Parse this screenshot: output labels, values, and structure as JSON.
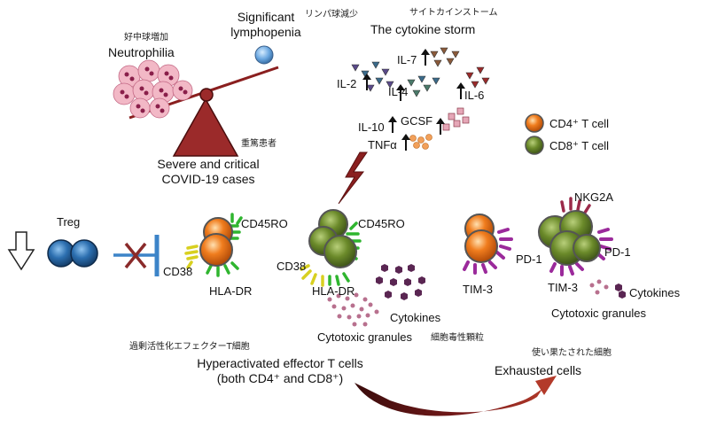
{
  "labels": {
    "neutrophilia_jp": "好中球増加",
    "neutrophilia_en": "Neutrophilia",
    "lymphopenia_en_1": "Significant",
    "lymphopenia_en_2": "lymphopenia",
    "lymphopenia_jp": "リンパ球減少",
    "storm_jp": "サイトカインストーム",
    "storm_en": "The cytokine storm",
    "severe_jp": "重篤患者",
    "severe_en_1": "Severe and critical",
    "severe_en_2": "COVID-19 cases",
    "treg": "Treg",
    "cd38_a": "CD38",
    "cd45ro_a": "CD45RO",
    "hla_dr_a": "HLA-DR",
    "cd38_b": "CD38",
    "cd45ro_b": "CD45RO",
    "hla_dr_b": "HLA-DR",
    "cytokines_a": "Cytokines",
    "cytotoxic_a": "Cytotoxic granules",
    "cytotoxic_a_jp": "細胞毒性顆粒",
    "hyper_jp": "過剰活性化エフェクターT細胞",
    "hyper_en_1": "Hyperactivated effector T cells",
    "hyper_en_2": "(both CD4⁺ and CD8⁺)",
    "tim3_a": "TIM-3",
    "pd1_a": "PD-1",
    "nkg2a": "NKG2A",
    "pd1_b": "PD-1",
    "tim3_b": "TIM-3",
    "cytokines_b": "Cytokines",
    "cytotoxic_b": "Cytotoxic granules",
    "exhausted_jp": "使い果たされた細胞",
    "exhausted_en": "Exhausted cells"
  },
  "cytokines": {
    "il2": "IL-2",
    "il7": "IL-7",
    "il4": "IL-4",
    "il6": "IL-6",
    "il10": "IL-10",
    "gcsf": "GCSF",
    "tnfa": "TNFα"
  },
  "legend": [
    {
      "label": "CD4⁺ T cell",
      "color": "#f07d1e"
    },
    {
      "label": "CD8⁺ T cell",
      "color": "#6b8a2a"
    }
  ],
  "colors": {
    "cd4": "#f07d1e",
    "cd8": "#6b8a2a",
    "treg": "#2c6fb0",
    "seesaw": "#9b2a2a",
    "neutrophil": "#f2b8c6",
    "hla_dr": "#2fb52f",
    "cd38": "#f5ec2a",
    "pd1": "#9b2a9b",
    "granule": "#b8708e",
    "cytokine_hex": "#5a2652"
  }
}
